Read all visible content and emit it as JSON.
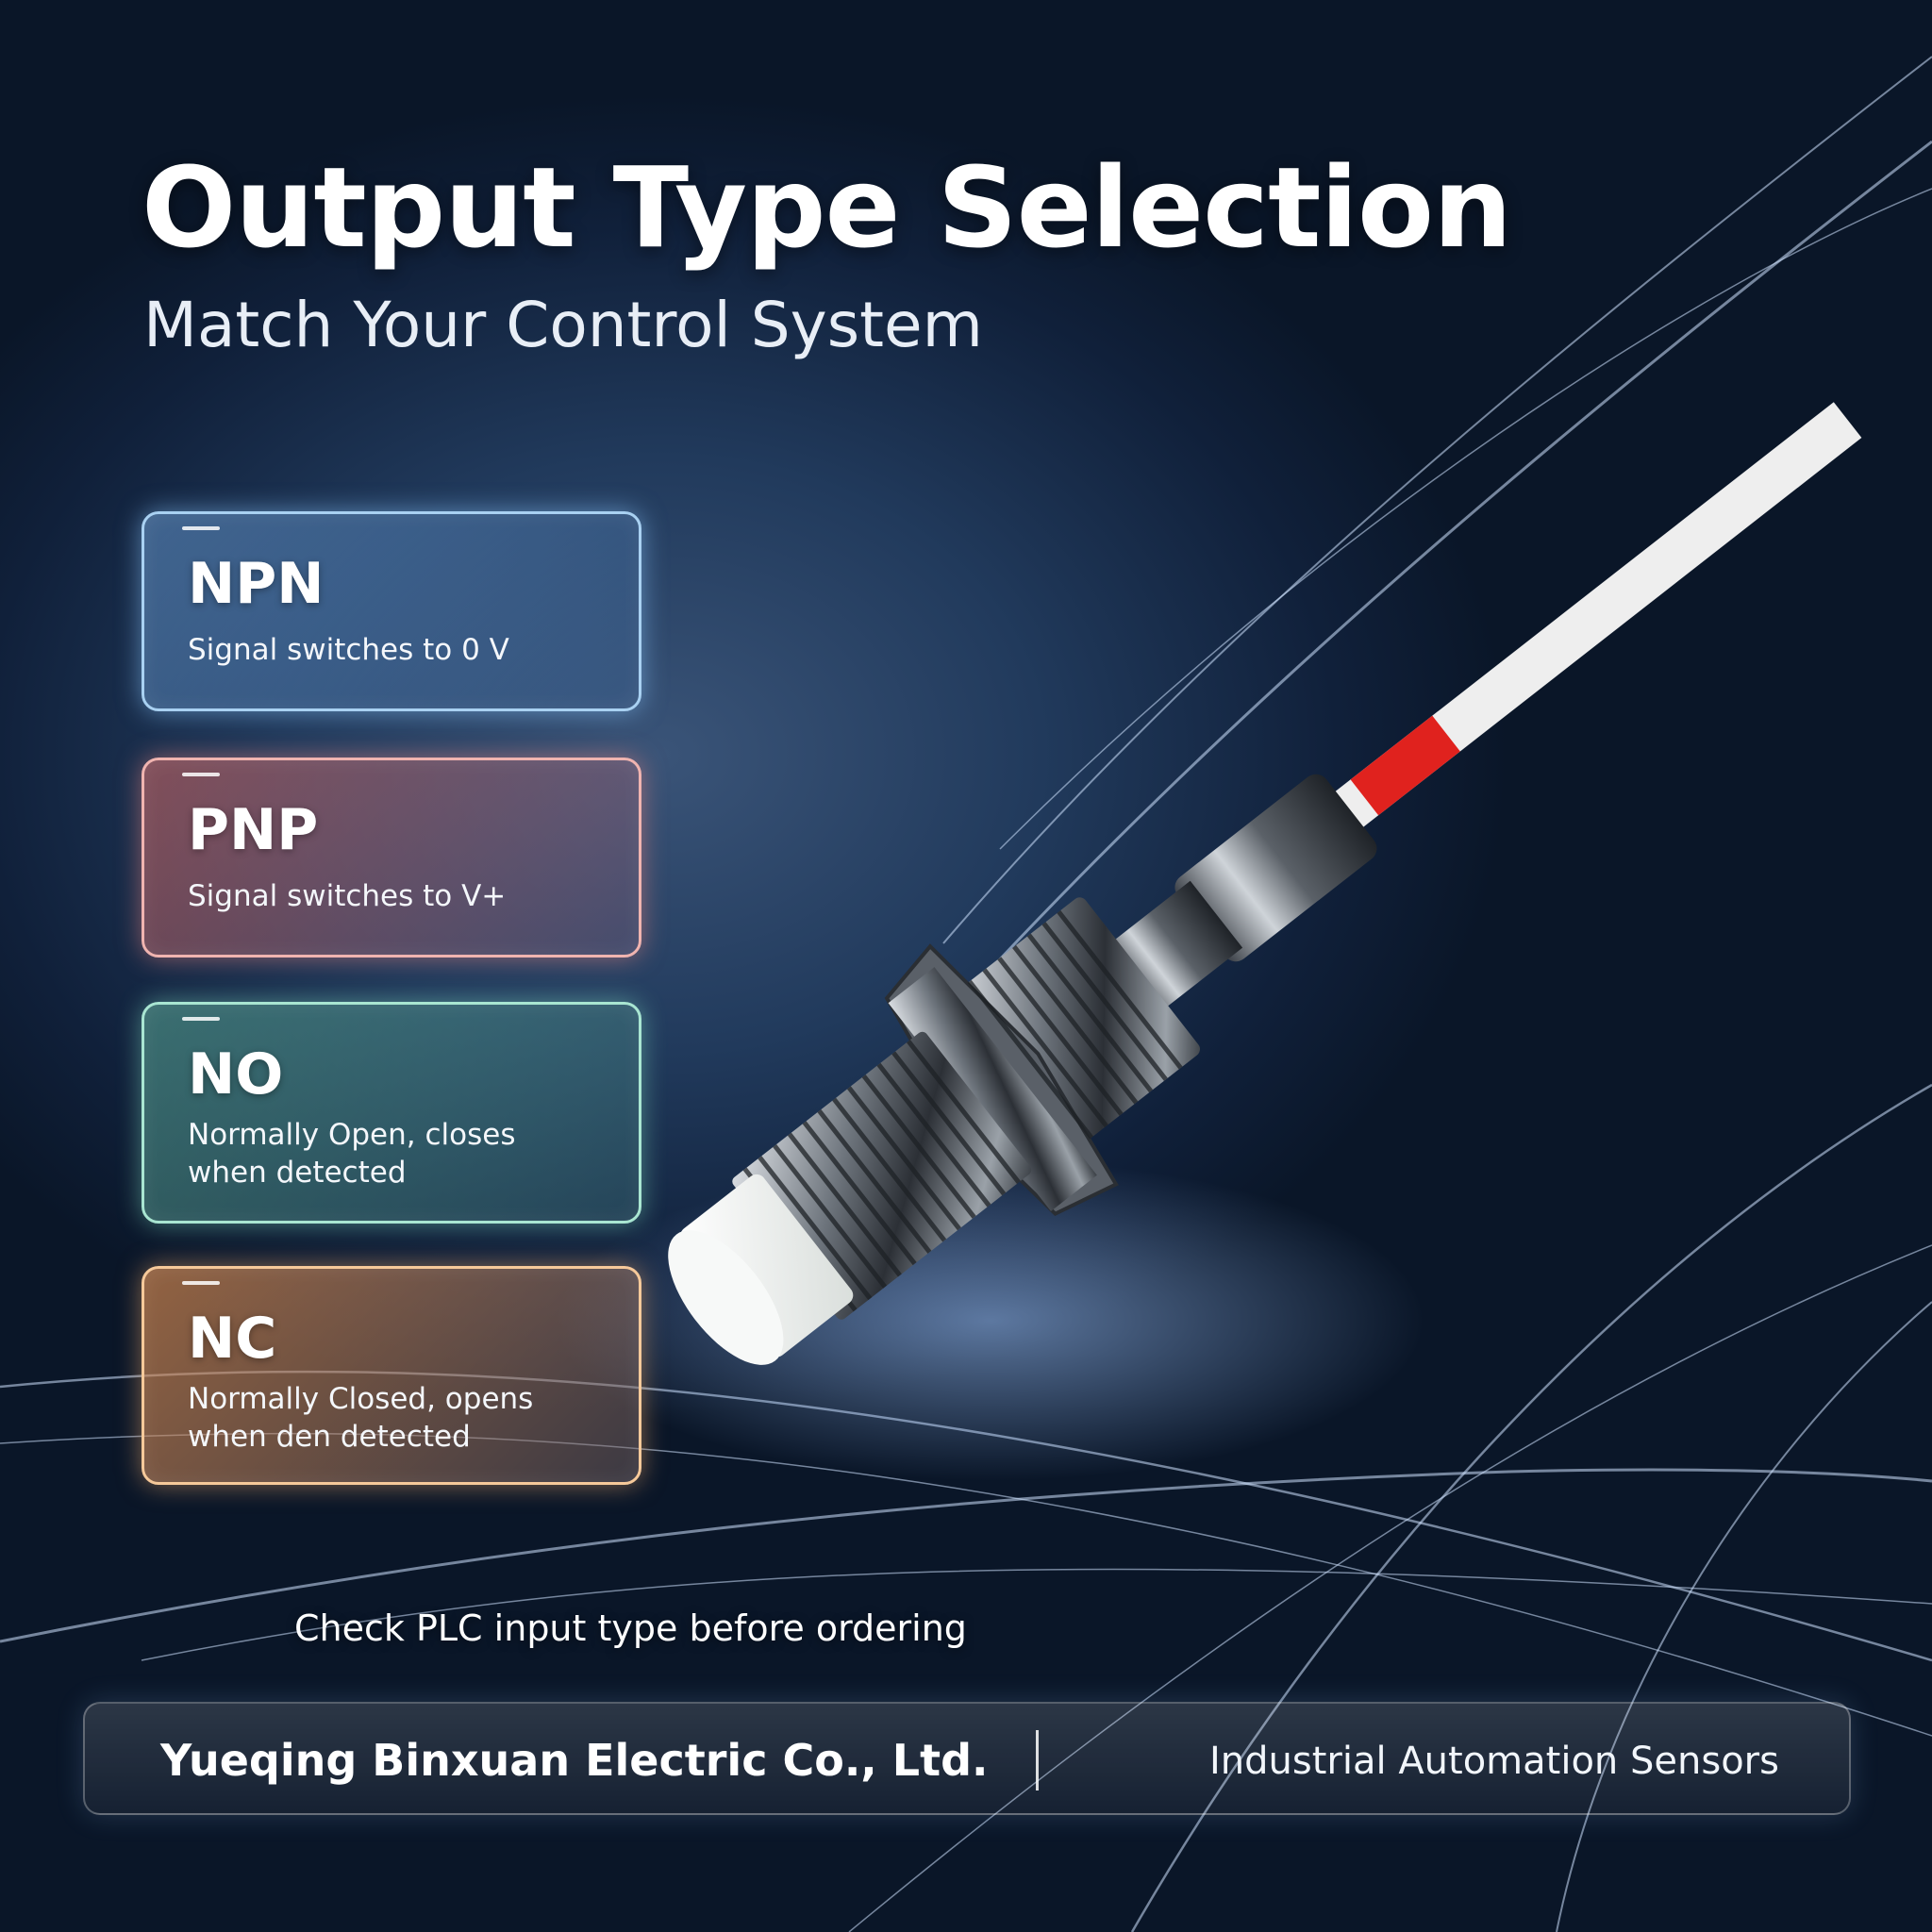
{
  "header": {
    "title": "Output Type Selection",
    "subtitle": "Match Your Control System"
  },
  "output_types": [
    {
      "label": "NPN",
      "description": "Signal switches to 0 V",
      "accent": "#a9d1f2"
    },
    {
      "label": "PNP",
      "description": "Signal switches to V+",
      "accent": "#f0b4b0"
    },
    {
      "label": "NO",
      "description_lines": [
        "Normally Open, closes",
        "when detected"
      ],
      "accent": "#a9e6d2"
    },
    {
      "label": "NC",
      "description_lines": [
        "Normally Closed, opens",
        "when den detected"
      ],
      "accent": "#f6c99a"
    }
  ],
  "note": "Check PLC input type before ordering",
  "footer": {
    "company": "Yueqing Binxuan Electric Co., Ltd.",
    "tagline": "Industrial Automation Sensors"
  },
  "product_image": {
    "subject": "cylindrical threaded proximity sensor with white cable",
    "colors": {
      "body": "#9aa1a8",
      "sensing_face": "#f4f6f5",
      "cable": "#f2f2f2",
      "cable_band": "#e0221e"
    }
  }
}
